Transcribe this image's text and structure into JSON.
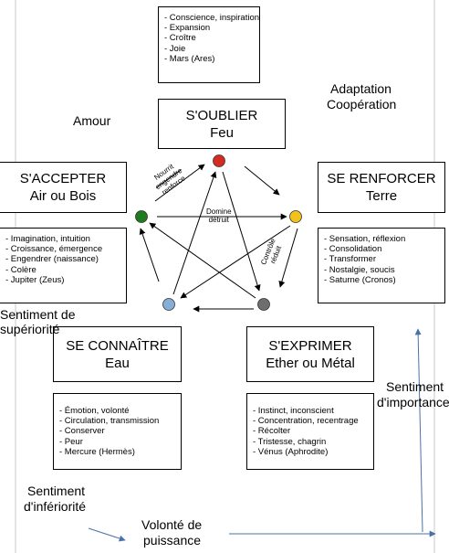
{
  "colors": {
    "red": "#d62b1f",
    "yellow": "#f2c21b",
    "green": "#1e7b1e",
    "blue": "#86aed6",
    "gray": "#6e6e6e",
    "arrow_blue": "#4a70a8"
  },
  "top": {
    "list": [
      "- Conscience, inspiration",
      "- Expansion",
      "- Croître",
      "- Joie",
      "- Mars (Ares)"
    ],
    "title": "S'OUBLIER",
    "subtitle": "Feu"
  },
  "left": {
    "title": "S'ACCEPTER",
    "subtitle": "Air ou Bois",
    "list": [
      "- Imagination, intuition",
      "- Croissance, émergence",
      "- Engendrer (naissance)",
      "- Colère",
      "- Jupiter (Zeus)"
    ]
  },
  "right": {
    "title": "SE RENFORCER",
    "subtitle": "Terre",
    "list": [
      "- Sensation, réflexion",
      "- Consolidation",
      "- Transformer",
      "- Nostalgie, soucis",
      "- Saturne (Cronos)"
    ]
  },
  "bottom_left": {
    "title": "SE CONNAÎTRE",
    "subtitle": "Eau",
    "list": [
      "- Émotion, volonté",
      "- Circulation, transmission",
      "- Conserver",
      "- Peur",
      "- Mercure (Hermès)"
    ]
  },
  "bottom_right": {
    "title": "S'EXPRIMER",
    "subtitle": "Ether ou Métal",
    "list": [
      "- Instinct, inconscient",
      "- Concentration, recentrage",
      "- Récolter",
      "- Tristesse, chagrin",
      "- Vénus (Aphrodite)"
    ]
  },
  "labels": {
    "amour": "Amour",
    "adaptation": "Adaptation",
    "cooperation": "Coopération",
    "sup_line1": "Sentiment de",
    "sup_line2": "supériorité",
    "imp_line1": "Sentiment",
    "imp_line2": "d'importance",
    "inf_line1": "Sentiment",
    "inf_line2": "d'infériorité",
    "vol_line1": "Volonté de",
    "vol_line2": "puissance"
  },
  "arrow_labels": {
    "nourrit1": "Nourrit",
    "nourrit2": "engendre",
    "nourrit3": "renforce",
    "domine1": "Domine",
    "domine2": "détruit",
    "controle1": "Contrôle",
    "controle2": "réduit"
  }
}
